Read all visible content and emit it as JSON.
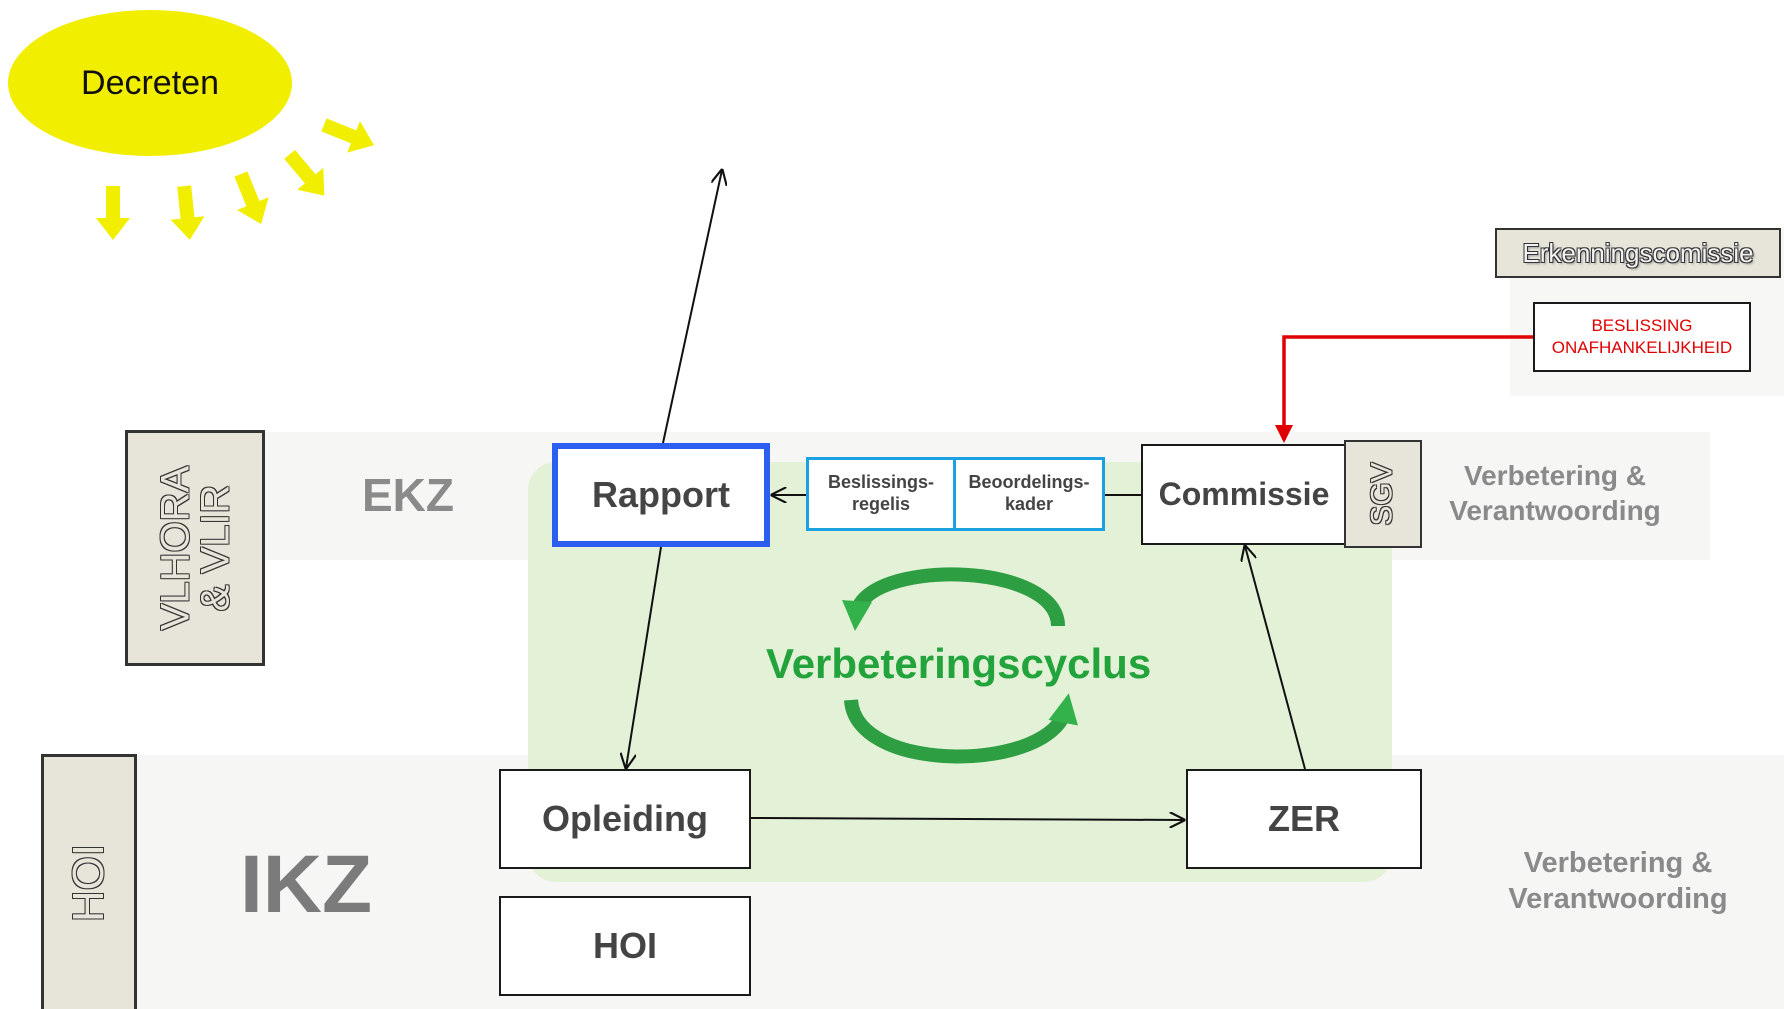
{
  "sun": {
    "label": "Decreten",
    "color": "#f2ee00"
  },
  "ekz": {
    "panel_label_line1": "VLHORA",
    "panel_label_line2": "& VLIR",
    "band_label": "EKZ"
  },
  "ikz": {
    "panel_label": "HOI",
    "band_label": "IKZ"
  },
  "boxes": {
    "rapport": "Rapport",
    "beslissings_line1": "Beslissings-",
    "beslissings_line2": "regelis",
    "beoordelings_line1": "Beoordelings-",
    "beoordelings_line2": "kader",
    "commissie": "Commissie",
    "sgv": "SGV",
    "opleiding": "Opleiding",
    "zer": "ZER",
    "hoi": "HOI"
  },
  "cycle": {
    "label": "Verbeteringscyclus",
    "color": "#22a33c"
  },
  "side_labels": {
    "top_line1": "Verbetering &",
    "top_line2": "Verantwoording",
    "bottom_line1": "Verbetering &",
    "bottom_line2": "Verantwoording"
  },
  "erkenning": {
    "title": "Erkenningscomissie",
    "decision_line1": "BESLISSING",
    "decision_line2": "ONAFHANKELIJKHEID",
    "decision_color": "#e00000"
  },
  "colors": {
    "rapport_border": "#2c5ff0",
    "small_box_border": "#1ba1e2",
    "red_arrow": "#e00000"
  }
}
